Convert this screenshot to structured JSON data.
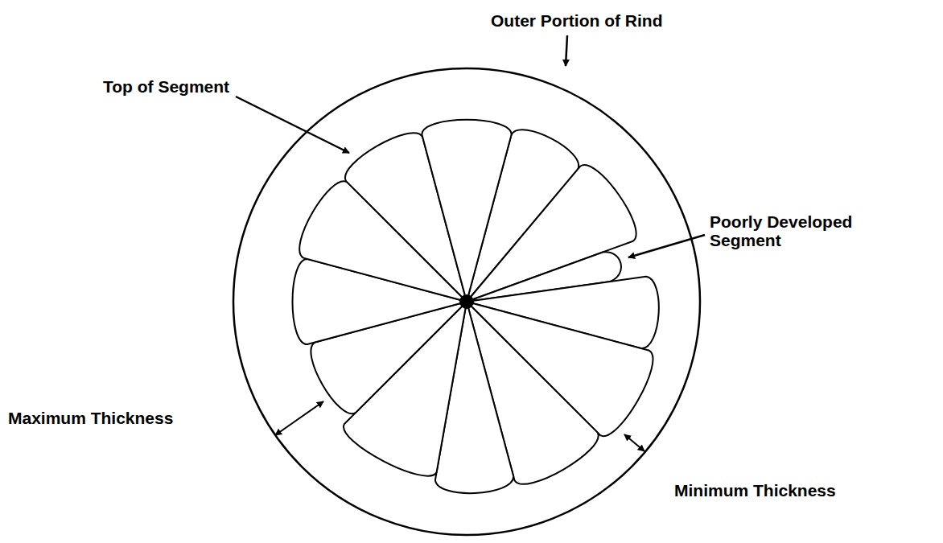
{
  "diagram": {
    "labels": [
      "Outer Portion of Rind",
      "Top of Segment",
      "Poorly Developed Segment",
      "Maximum Thickness",
      "Minimum Thickness"
    ]
  }
}
